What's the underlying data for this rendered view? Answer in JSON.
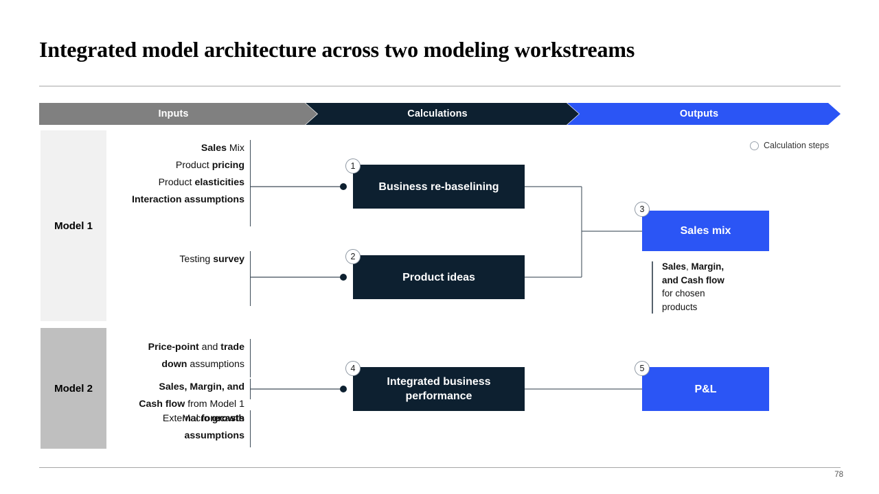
{
  "slide": {
    "title": "Integrated model architecture across two modeling workstreams",
    "page_number": "78"
  },
  "legend": {
    "icon": "circle-outline-icon",
    "label": "Calculation steps"
  },
  "phases": [
    {
      "label": "Inputs",
      "color": "#808080"
    },
    {
      "label": "Calculations",
      "color": "#0d2030"
    },
    {
      "label": "Outputs",
      "color": "#2b55f5"
    }
  ],
  "models": [
    {
      "label": "Model 1",
      "band_color": "#f1f1f1"
    },
    {
      "label": "Model 2",
      "band_color": "#bfbfbf"
    }
  ],
  "input_groups": [
    {
      "id": "group-1",
      "model": "Model 1",
      "lines": [
        [
          {
            "t": "Sales",
            "b": true
          },
          {
            "t": " Mix",
            "b": false
          }
        ],
        [
          {
            "t": "Product ",
            "b": false
          },
          {
            "t": "pricing",
            "b": true
          }
        ],
        [
          {
            "t": "Product ",
            "b": false
          },
          {
            "t": "elasticities",
            "b": true
          }
        ],
        [
          {
            "t": "Interaction assumptions",
            "b": true
          }
        ]
      ]
    },
    {
      "id": "group-2",
      "model": "Model 1",
      "lines": [
        [
          {
            "t": "Testing ",
            "b": false
          },
          {
            "t": "survey",
            "b": true
          }
        ]
      ]
    },
    {
      "id": "group-3",
      "model": "Model 1",
      "lines": [
        [
          {
            "t": "Price-point",
            "b": true
          },
          {
            "t": " and ",
            "b": false
          },
          {
            "t": "trade",
            "b": true
          }
        ],
        [
          {
            "t": "down",
            "b": true
          },
          {
            "t": " assumptions",
            "b": false
          }
        ]
      ]
    },
    {
      "id": "group-4",
      "model": "Model 2",
      "lines": [
        [
          {
            "t": "Sales, Margin, and",
            "b": true
          }
        ],
        [
          {
            "t": "Cash flow",
            "b": true
          },
          {
            "t": " from Model 1",
            "b": false
          }
        ]
      ]
    },
    {
      "id": "group-5",
      "model": "Model 2",
      "lines": [
        [
          {
            "t": "External ",
            "b": false
          },
          {
            "t": "forecasts",
            "b": true
          }
        ]
      ]
    },
    {
      "id": "group-6",
      "model": "Model 2",
      "lines": [
        [
          {
            "t": "Macro ",
            "b": false
          },
          {
            "t": "growth",
            "b": true
          }
        ],
        [
          {
            "t": "assumptions",
            "b": true
          }
        ]
      ]
    }
  ],
  "boxes": [
    {
      "step": "1",
      "label": "Business re-baselining",
      "kind": "calculation",
      "color": "#0d2030"
    },
    {
      "step": "2",
      "label": "Product ideas",
      "kind": "calculation",
      "color": "#0d2030"
    },
    {
      "step": "3",
      "label": "Sales mix",
      "kind": "output",
      "color": "#2b55f5"
    },
    {
      "step": "4",
      "label": "Integrated business performance",
      "kind": "calculation",
      "color": "#0d2030"
    },
    {
      "step": "5",
      "label": "P&L",
      "kind": "output",
      "color": "#2b55f5"
    }
  ],
  "output_caption": {
    "lines": [
      [
        {
          "t": "Sales",
          "b": true
        },
        {
          "t": ", ",
          "b": false
        },
        {
          "t": "Margin,",
          "b": true
        }
      ],
      [
        {
          "t": "and Cash flow",
          "b": true
        }
      ],
      [
        {
          "t": "for chosen",
          "b": false
        }
      ],
      [
        {
          "t": "products",
          "b": false
        }
      ]
    ]
  }
}
